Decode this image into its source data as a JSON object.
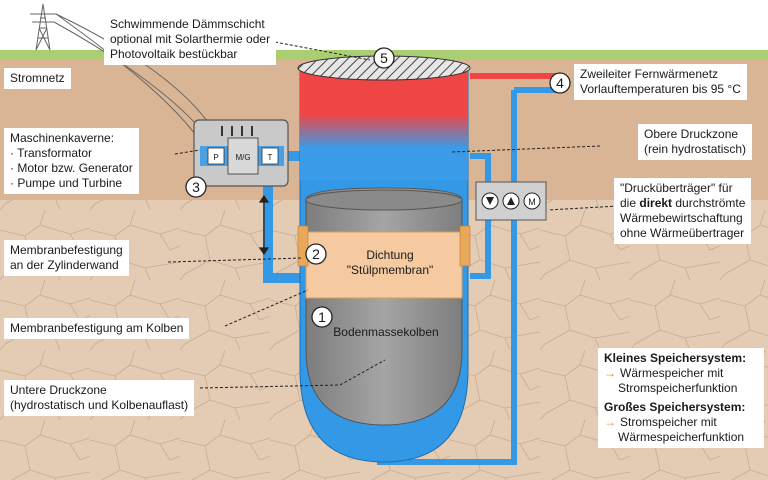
{
  "labels": {
    "insulation": [
      "Schwimmende Dämmschicht",
      "optional mit Solarthermie oder",
      "Photovoltaik bestückbar"
    ],
    "grid": "Stromnetz",
    "district_heating": [
      "Zweileiter Fernwärmenetz",
      "Vorlauftemperaturen bis 95 °C"
    ],
    "cavern_title": "Maschinenkaverne:",
    "cavern_items": [
      "Transformator",
      "Motor bzw. Generator",
      "Pumpe und Turbine"
    ],
    "upper_zone": [
      "Obere Druckzone",
      "(rein hydrostatisch)"
    ],
    "transmitter_l1_pre": "\"Drucküberträger\" für",
    "transmitter_l2_pre": "die ",
    "transmitter_l2_bold": "direkt",
    "transmitter_l2_post": " durchströmte",
    "transmitter_l3": "Wärmebewirtschaftung",
    "transmitter_l4": "ohne Wärmeübertrager",
    "membrane_wall": [
      "Membranbefestigung",
      "an der Zylinderwand"
    ],
    "membrane_piston": "Membranbefestigung am Kolben",
    "lower_zone": [
      "Untere Druckzone",
      "(hydrostatisch und Kolbenauflast)"
    ],
    "seal": [
      "Dichtung",
      "\"Stülpmembran\""
    ],
    "piston": "Bodenmassekolben",
    "small_title": "Kleines Speichersystem:",
    "small_item": [
      "Wärmespeicher mit",
      "Stromspeicherfunktion"
    ],
    "large_title": "Großes Speichersystem:",
    "large_item": [
      "Stromspeicher mit",
      "Wärmespeicherfunktion"
    ],
    "arrow_glyph": "→"
  },
  "numbers": {
    "piston": "1",
    "seal": "2",
    "cavern": "3",
    "network": "4",
    "insulation": "5"
  },
  "machine": {
    "pump": "P",
    "motor": "M/G",
    "turbine": "T",
    "motor_small": "M"
  },
  "colors": {
    "water": "#3399e6",
    "hot": "#f04545",
    "piston": "#9b9b9b",
    "seal": "#f6caa0",
    "grass": "#a9cf72",
    "sky": "#ffffff",
    "soil": "#e0c7ae",
    "accent": "#e08a1e"
  }
}
